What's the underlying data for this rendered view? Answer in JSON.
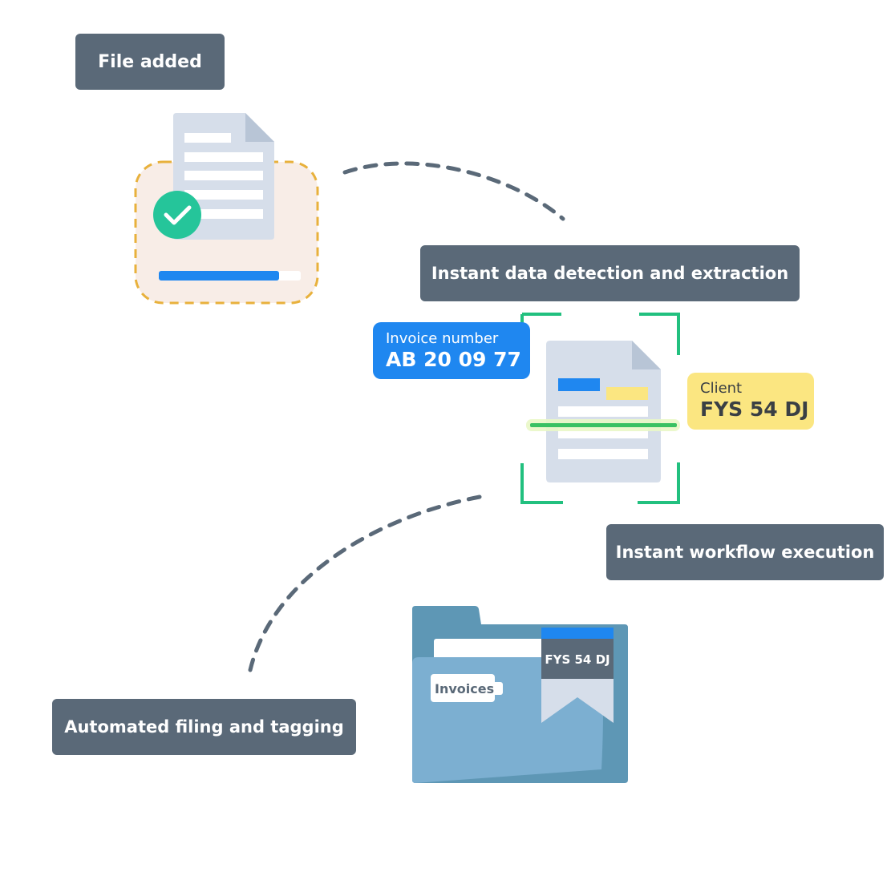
{
  "steps": {
    "file_added": "File added",
    "detection": "Instant data detection and extraction",
    "workflow": "Instant workflow execution",
    "filing": "Automated filing and tagging"
  },
  "invoice_tag": {
    "label": "Invoice number",
    "value": "AB 20 09 77"
  },
  "client_tag": {
    "label": "Client",
    "value": "FYS 54 DJ"
  },
  "folder": {
    "name": "Invoices",
    "bookmark": "FYS 54 DJ"
  },
  "upload_progress": 0.85,
  "colors": {
    "pill": "#5a6978",
    "accent_blue": "#1f87f0",
    "client_yellow": "#fbe681",
    "success_green": "#25c59a",
    "scan_frame_green": "#22c07f",
    "dropzone_border": "#e8b13c",
    "dropzone_fill": "#f8ede7",
    "doc_paper": "#d6deea",
    "folder_dark": "#5e97b5",
    "folder_light": "#7cafd1"
  }
}
